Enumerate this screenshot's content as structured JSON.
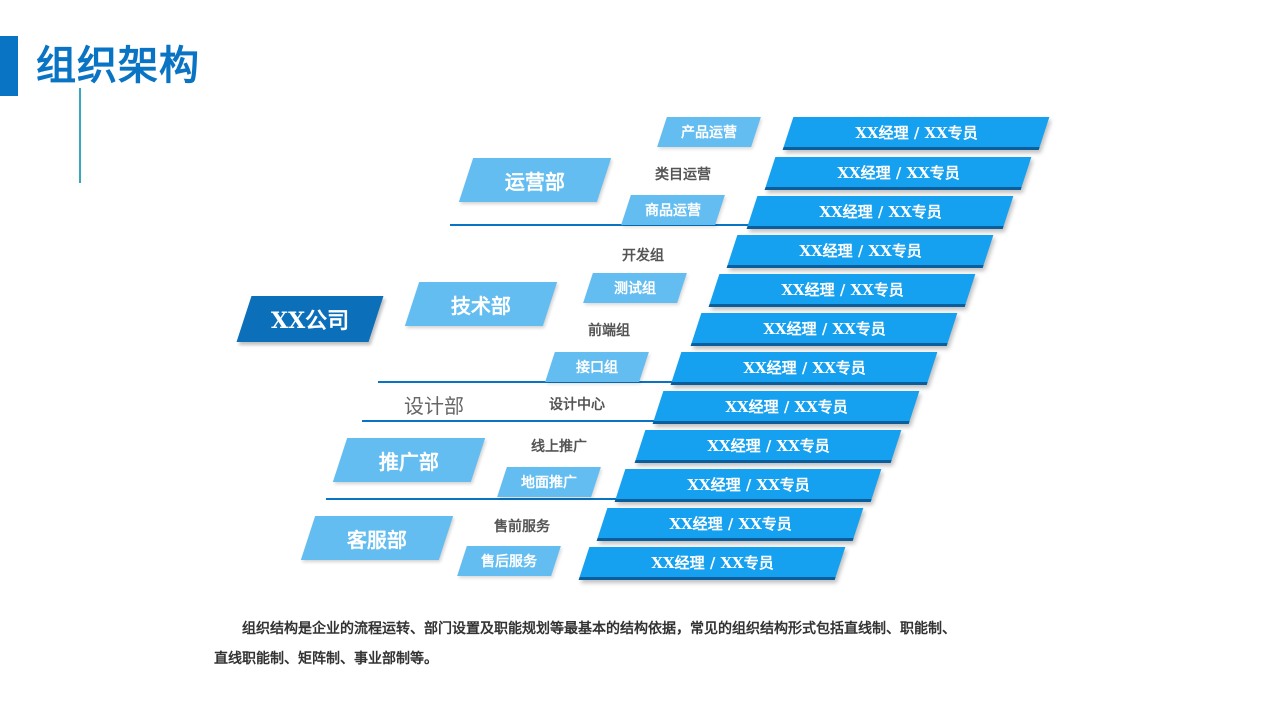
{
  "title": "组织架构",
  "company": "XX公司",
  "departments": {
    "ops": "运营部",
    "tech": "技术部",
    "design": "设计部",
    "promo": "推广部",
    "service": "客服部"
  },
  "subs": [
    "产品运营",
    "类目运营",
    "商品运营",
    "开发组",
    "测试组",
    "前端组",
    "接口组",
    "设计中心",
    "线上推广",
    "地面推广",
    "售前服务",
    "售后服务"
  ],
  "roles": [
    "XX经理 / XX专员",
    "XX经理 / XX专员",
    "XX经理 / XX专员",
    "XX经理 / XX专员",
    "XX经理 / XX专员",
    "XX经理 / XX专员",
    "XX经理 / XX专员",
    "XX经理 / XX专员",
    "XX经理 / XX专员",
    "XX经理 / XX专员",
    "XX经理 / XX专员",
    "XX经理 / XX专员"
  ],
  "description": {
    "line1": "组织结构是企业的流程运转、部门设置及职能规划等最基本的结构依据，常见的组织结构形式包括直线制、职能制、",
    "line2": "直线职能制、矩阵制、事业部制等。"
  },
  "colors": {
    "accent": "#0a74c4",
    "company": "#0b6fba",
    "dept": "#64bdf1",
    "role": "#15a0f0"
  }
}
